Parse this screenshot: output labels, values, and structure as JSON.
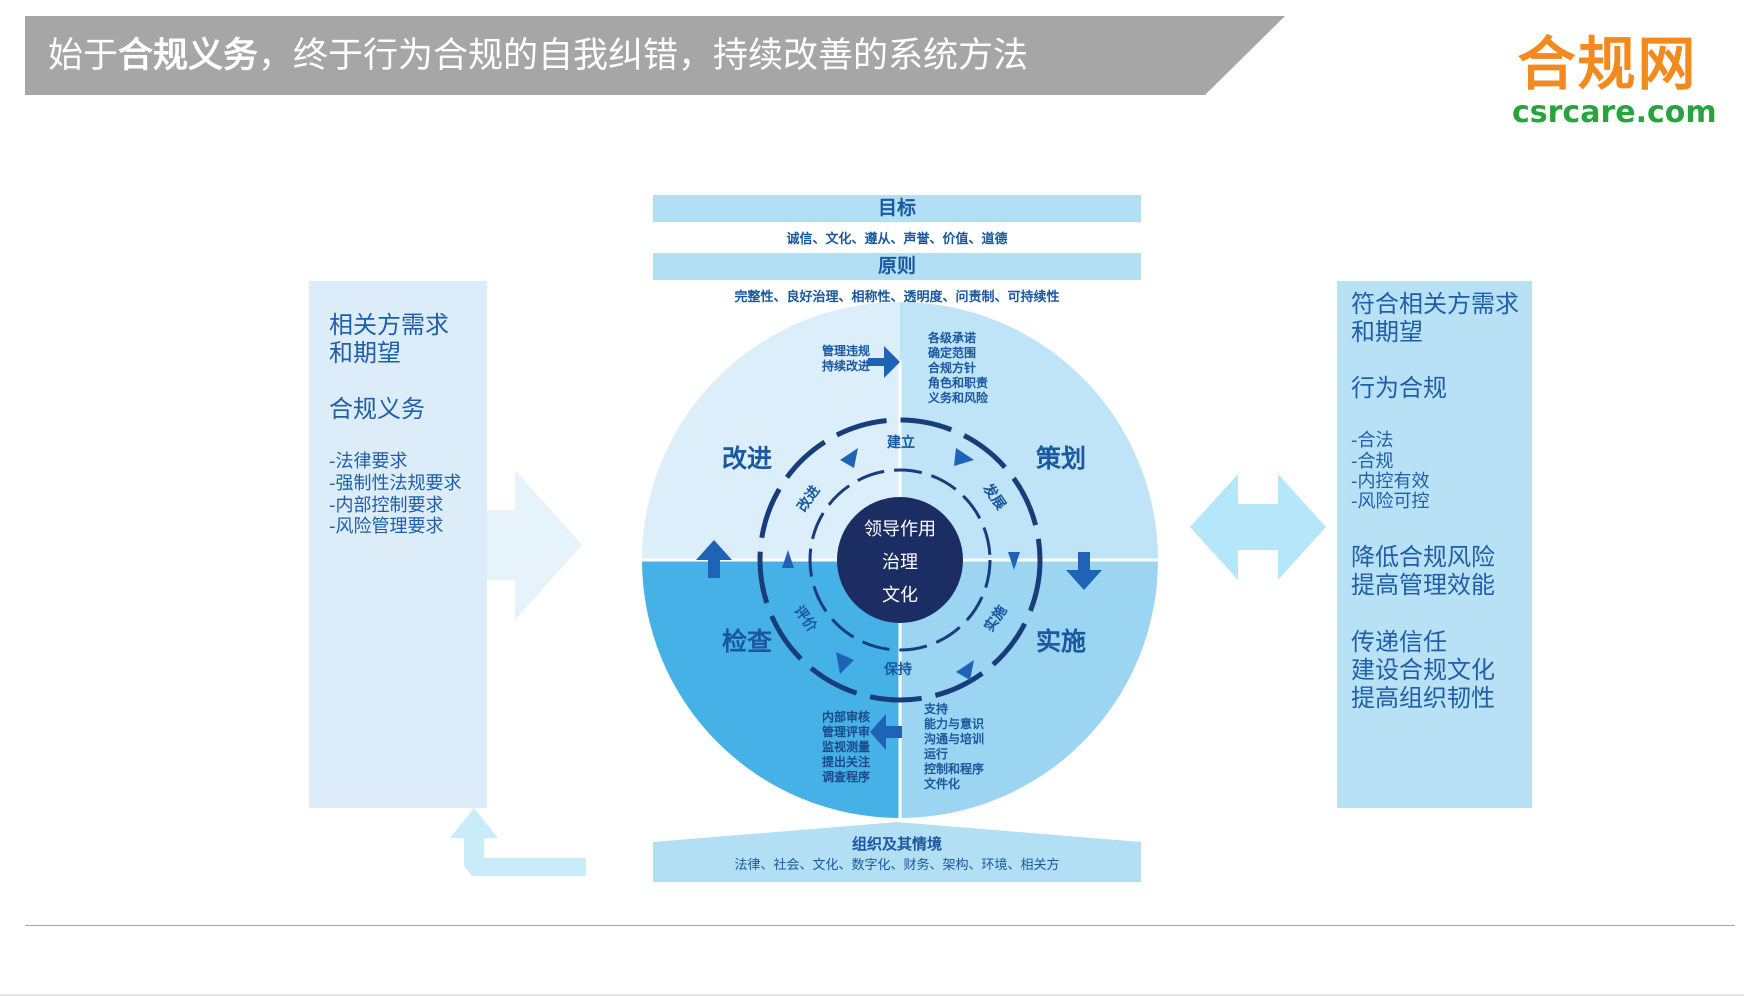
{
  "title": {
    "prefix": "始于",
    "bold": "合规义务",
    "suffix": "，终于行为合规的自我纠错，持续改善的系统方法"
  },
  "logo": {
    "cn": "合规网",
    "url": "csrcare.com"
  },
  "left_panel": {
    "line1": "相关方需求",
    "line2": "和期望",
    "heading2": "合规义务",
    "items": [
      "-法律要求",
      "-强制性法规要求",
      "-内部控制要求",
      "-风险管理要求"
    ]
  },
  "right_panel": {
    "line1": "符合相关方需求",
    "line2": "和期望",
    "heading2": "行为合规",
    "items": [
      "-合法",
      "-合规",
      "-内控有效",
      "-风险可控"
    ],
    "block3": [
      "降低合规风险",
      "提高管理效能"
    ],
    "block4": [
      "传递信任",
      "建设合规文化",
      "提高组织韧性"
    ]
  },
  "top": {
    "goal_label": "目标",
    "goal_items": "诚信、文化、遵从、声誉、价值、道德",
    "principle_label": "原则",
    "principle_items": "完整性、良好治理、相称性、透明度、问责制、可持续性"
  },
  "bottom": {
    "label": "组织及其情境",
    "items": "法律、社会、文化、数字化、财务、架构、环境、相关方"
  },
  "circle": {
    "center": [
      "领导作用",
      "治理",
      "文化"
    ],
    "quadrants": {
      "improve": "改进",
      "plan": "策划",
      "check": "检查",
      "implement": "实施"
    },
    "ring": {
      "establish": "建立",
      "develop": "发展",
      "implement": "实施",
      "maintain": "保持",
      "evaluate": "评价",
      "improve": "改进"
    },
    "notes_tl": [
      "管理违规",
      "持续改进"
    ],
    "notes_tr": [
      "各级承诺",
      "确定范围",
      "合规方针",
      "角色和职责",
      "义务和风险"
    ],
    "notes_bl": [
      "内部审核",
      "管理评审",
      "监视测量",
      "提出关注",
      "调查程序"
    ],
    "notes_br": [
      "支持",
      "能力与意识",
      "沟通与培训",
      "运行",
      "控制和程序",
      "文件化"
    ]
  },
  "colors": {
    "banner": "#a6a6a6",
    "q_top_left": "#dbeefa",
    "q_top_right": "#bfe3f7",
    "q_bottom_left": "#45b1e6",
    "q_bottom_right": "#9bd5f2",
    "center": "#1b2d63",
    "arrow_dark": "#1f63b7",
    "text_blue": "#1a58a0",
    "logo_orange": "#f28a1e",
    "logo_green": "#27a43d"
  }
}
